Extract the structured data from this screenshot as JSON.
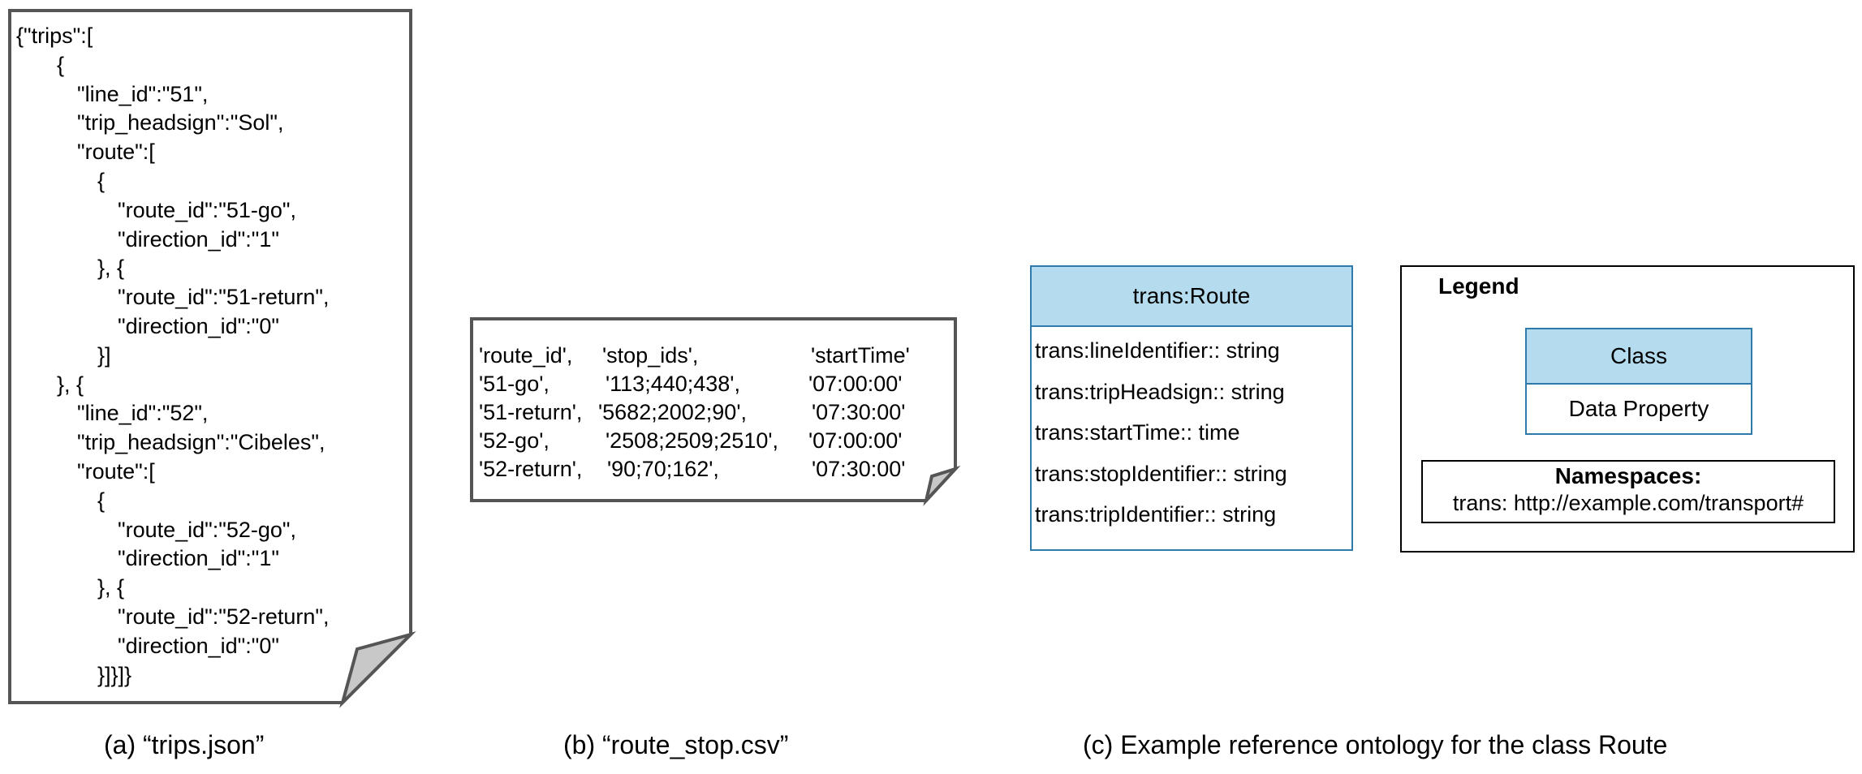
{
  "panel_a": {
    "json_lines": [
      "{\"trips\":[",
      "{",
      "\"line_id\":\"51\",",
      "\"trip_headsign\":\"Sol\",",
      "\"route\":[",
      "{",
      "\"route_id\":\"51-go\",",
      "\"direction_id\":\"1\"",
      "}, {",
      "\"route_id\":\"51-return\",",
      "\"direction_id\":\"0\"",
      "}]",
      "}, {",
      "\"line_id\":\"52\",",
      "\"trip_headsign\":\"Cibeles\",",
      "\"route\":[",
      "{",
      "\"route_id\":\"52-go\",",
      "\"direction_id\":\"1\"",
      "}, {",
      "\"route_id\":\"52-return\",",
      "\"direction_id\":\"0\"",
      "}]}]}"
    ],
    "caption": "(a) “trips.json”"
  },
  "panel_b": {
    "rows": [
      [
        "'route_id',",
        "'stop_ids',",
        "'startTime'"
      ],
      [
        "'51-go',",
        "'113;440;438',",
        "'07:00:00'"
      ],
      [
        "'51-return',",
        "'5682;2002;90',",
        "'07:30:00'"
      ],
      [
        "'52-go',",
        "'2508;2509;2510',",
        "'07:00:00'"
      ],
      [
        "'52-return',",
        "'90;70;162',",
        "'07:30:00'"
      ]
    ],
    "caption": "(b) “route_stop.csv”"
  },
  "panel_c": {
    "class_name": "trans:Route",
    "properties": [
      "trans:lineIdentifier:: string",
      "trans:tripHeadsign:: string",
      "trans:startTime:: time",
      "trans:stopIdentifier:: string",
      "trans:tripIdentifier:: string"
    ],
    "legend": {
      "title": "Legend",
      "class_label": "Class",
      "property_label": "Data Property",
      "namespaces_title": "Namespaces:",
      "namespace_value": "trans: http://example.com/transport#"
    },
    "caption": "(c) Example reference ontology for the class Route"
  },
  "colors": {
    "class_header_fill": "#b4dcee",
    "class_border": "#2e7bab",
    "document_border": "#555555",
    "page_fold_fill": "#c8c8c8"
  }
}
